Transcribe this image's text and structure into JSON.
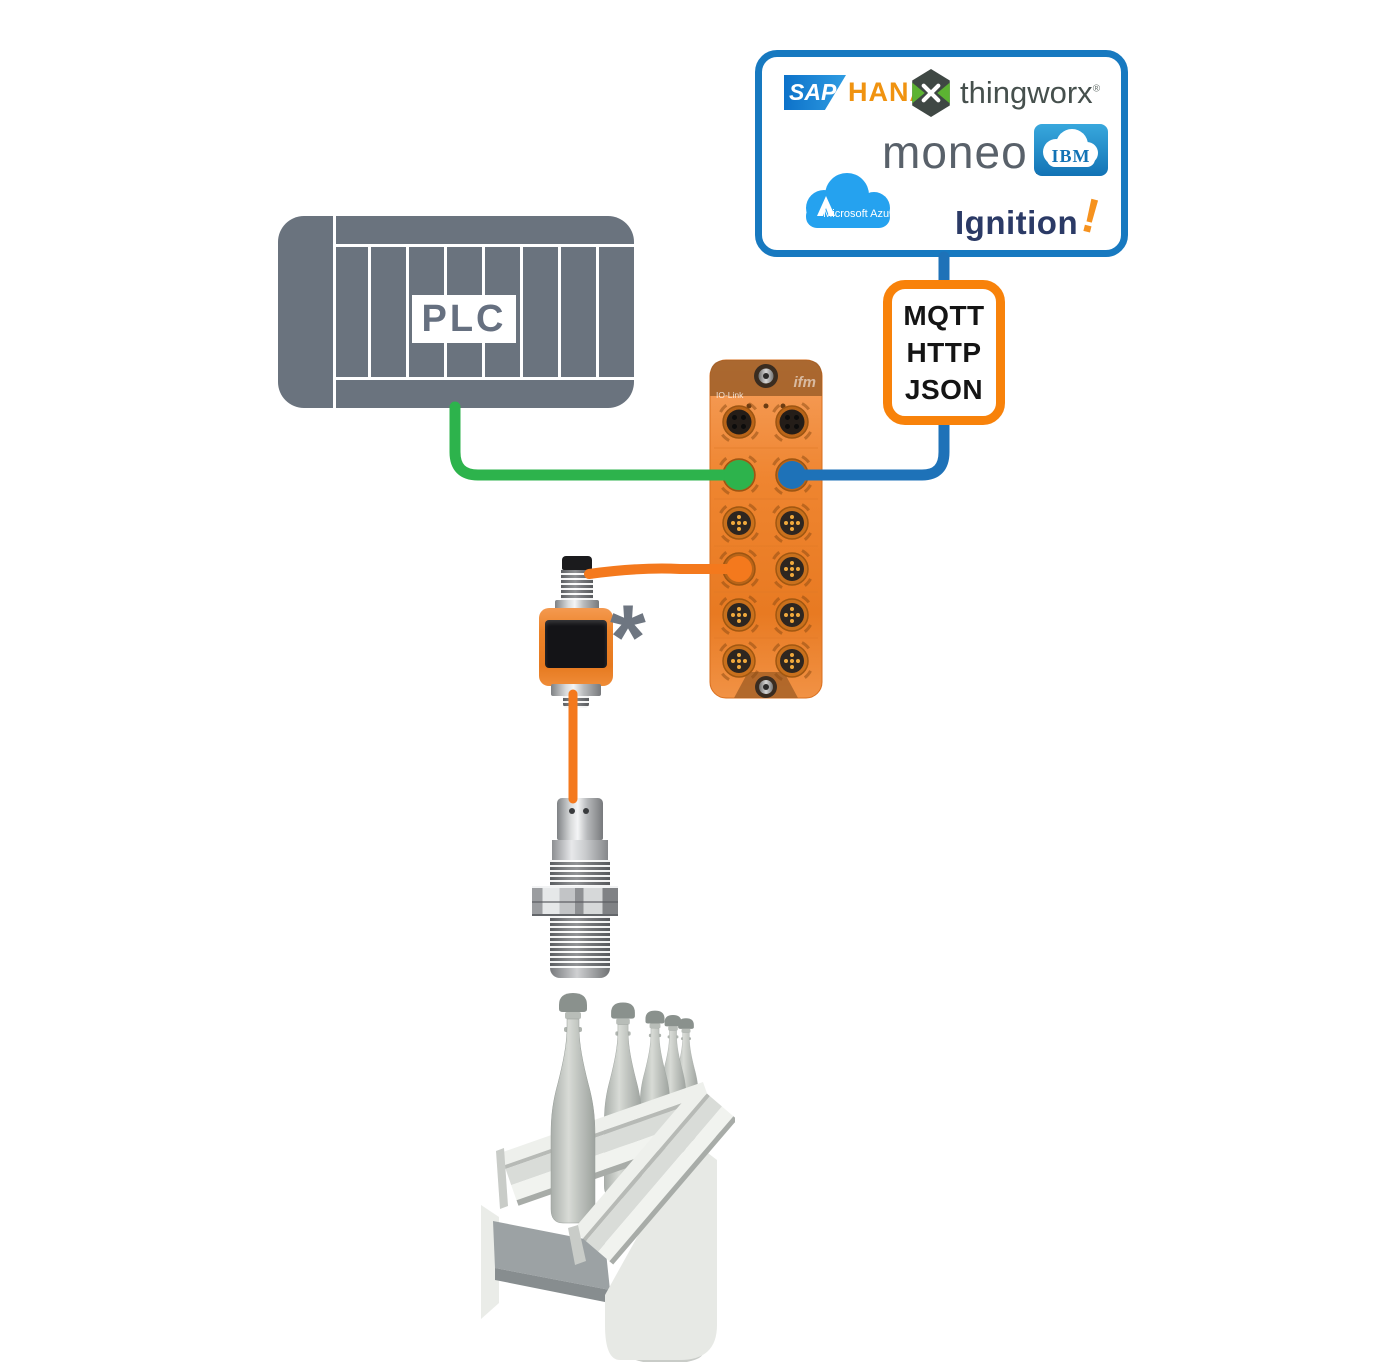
{
  "plc": {
    "label": "PLC"
  },
  "protocol_box": {
    "lines": [
      "MQTT",
      "HTTP",
      "JSON"
    ]
  },
  "cloud_box": {
    "sap": "SAP",
    "hana": "HANA",
    "thingworx": "thingworx",
    "thingworx_reg": "®",
    "moneo": "moneo",
    "ibm": "IBM",
    "azure": "Microsoft Azure",
    "ignition": "Ignition",
    "ignition_mark": "!"
  },
  "master": {
    "brand": "ifm",
    "label": "IO-Link"
  },
  "annotation": {
    "asterisk": "*"
  },
  "colors": {
    "plc_gray": "#6a737e",
    "line_green": "#2db34c",
    "line_blue": "#1e72b8",
    "line_orange": "#f4791d",
    "cloud_border_blue": "#1779c0",
    "protocol_border_orange": "#f8820a",
    "master_orange": "#ee8330"
  }
}
